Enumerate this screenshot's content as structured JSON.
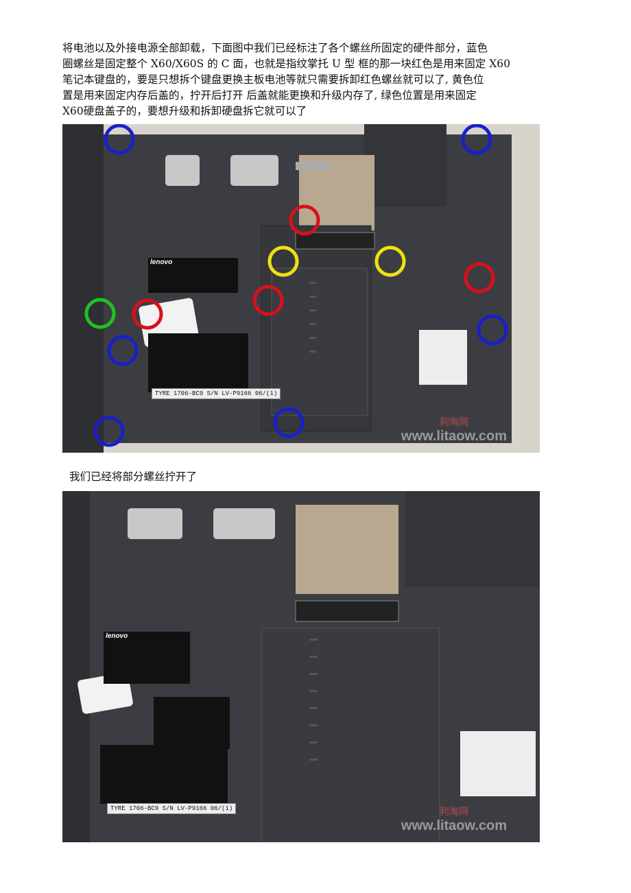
{
  "intro": {
    "lines": [
      "将电池以及外接电源全部卸载，下面图中我们已经标注了各个螺丝所固定的硬件部分，蓝色",
      "圈螺丝是固定整个 X60/X60S 的 C 面，也就是指纹掌托 U 型  框的那一块红色是用来固定 X60",
      "笔记本键盘的，要是只想拆个键盘更换主板电池等就只需要拆卸红色螺丝就可以了, 黄色位",
      "置是用来固定内存后盖的，拧开后打开  后盖就能更换和升级内存了, 绿色位置是用来固定",
      "X60硬盘盖子的，要想升级和拆卸硬盘拆它就可以了"
    ]
  },
  "photo1": {
    "brand": "lenovo",
    "serial": "TYRE 1706-BC9 S/N LV-P9166 06/(1)",
    "watermark_cn": "利淘网",
    "watermark": "www.litaow.com",
    "marker_colors": {
      "blue": "#1a1fc8",
      "red": "#d8101a",
      "yellow": "#f0e010",
      "green": "#22c022"
    }
  },
  "caption": "我们已经将部分螺丝拧开了",
  "photo2": {
    "brand": "lenovo",
    "serial": "TYRE 1706-BC9 S/N LV-P9166 06/(1)",
    "watermark_cn": "利淘网",
    "watermark": "www.litaow.com"
  }
}
